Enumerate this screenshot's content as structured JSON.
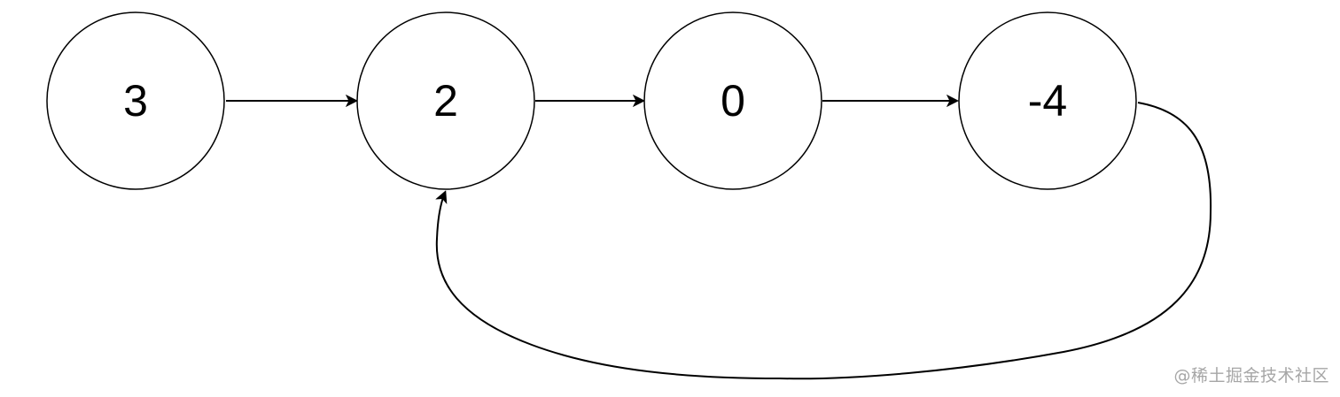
{
  "nodes": [
    {
      "id": "n0",
      "label": "3"
    },
    {
      "id": "n1",
      "label": "2"
    },
    {
      "id": "n2",
      "label": "0"
    },
    {
      "id": "n3",
      "label": "-4"
    }
  ],
  "edges": [
    {
      "from": "n0",
      "to": "n1"
    },
    {
      "from": "n1",
      "to": "n2"
    },
    {
      "from": "n2",
      "to": "n3"
    },
    {
      "from": "n3",
      "to": "n1"
    }
  ],
  "watermark": "@稀土掘金技术社区",
  "colors": {
    "stroke": "#000000",
    "fill": "#ffffff",
    "watermark": "#a6a6a6"
  }
}
